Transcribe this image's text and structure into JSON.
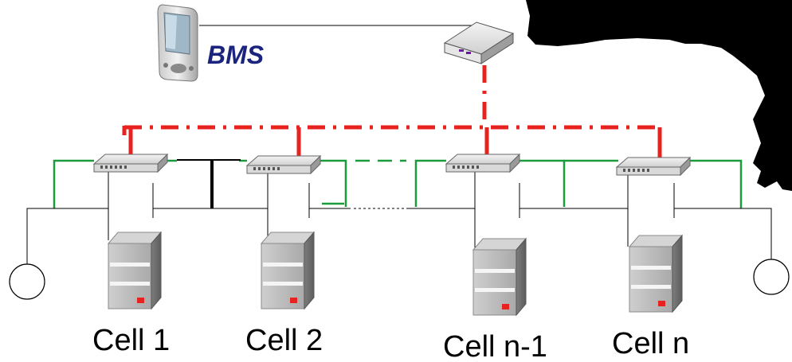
{
  "bms": {
    "label": "BMS",
    "label_color": "#1a237e"
  },
  "cells": [
    {
      "label": "Cell 1"
    },
    {
      "label": "Cell 2"
    },
    {
      "label": "Cell n-1"
    },
    {
      "label": "Cell n"
    }
  ],
  "colors": {
    "control_bus": "#e8231f",
    "balancing_bus": "#1a9b3c",
    "power_bus": "#000000",
    "overlay_blob": "#000000"
  },
  "icons": {
    "bms_device": "pda-icon",
    "bms_gateway": "router-icon",
    "cell_module": "server-tower-icon",
    "cell_switch": "network-switch-icon",
    "terminal": "terminal-circle-icon"
  }
}
